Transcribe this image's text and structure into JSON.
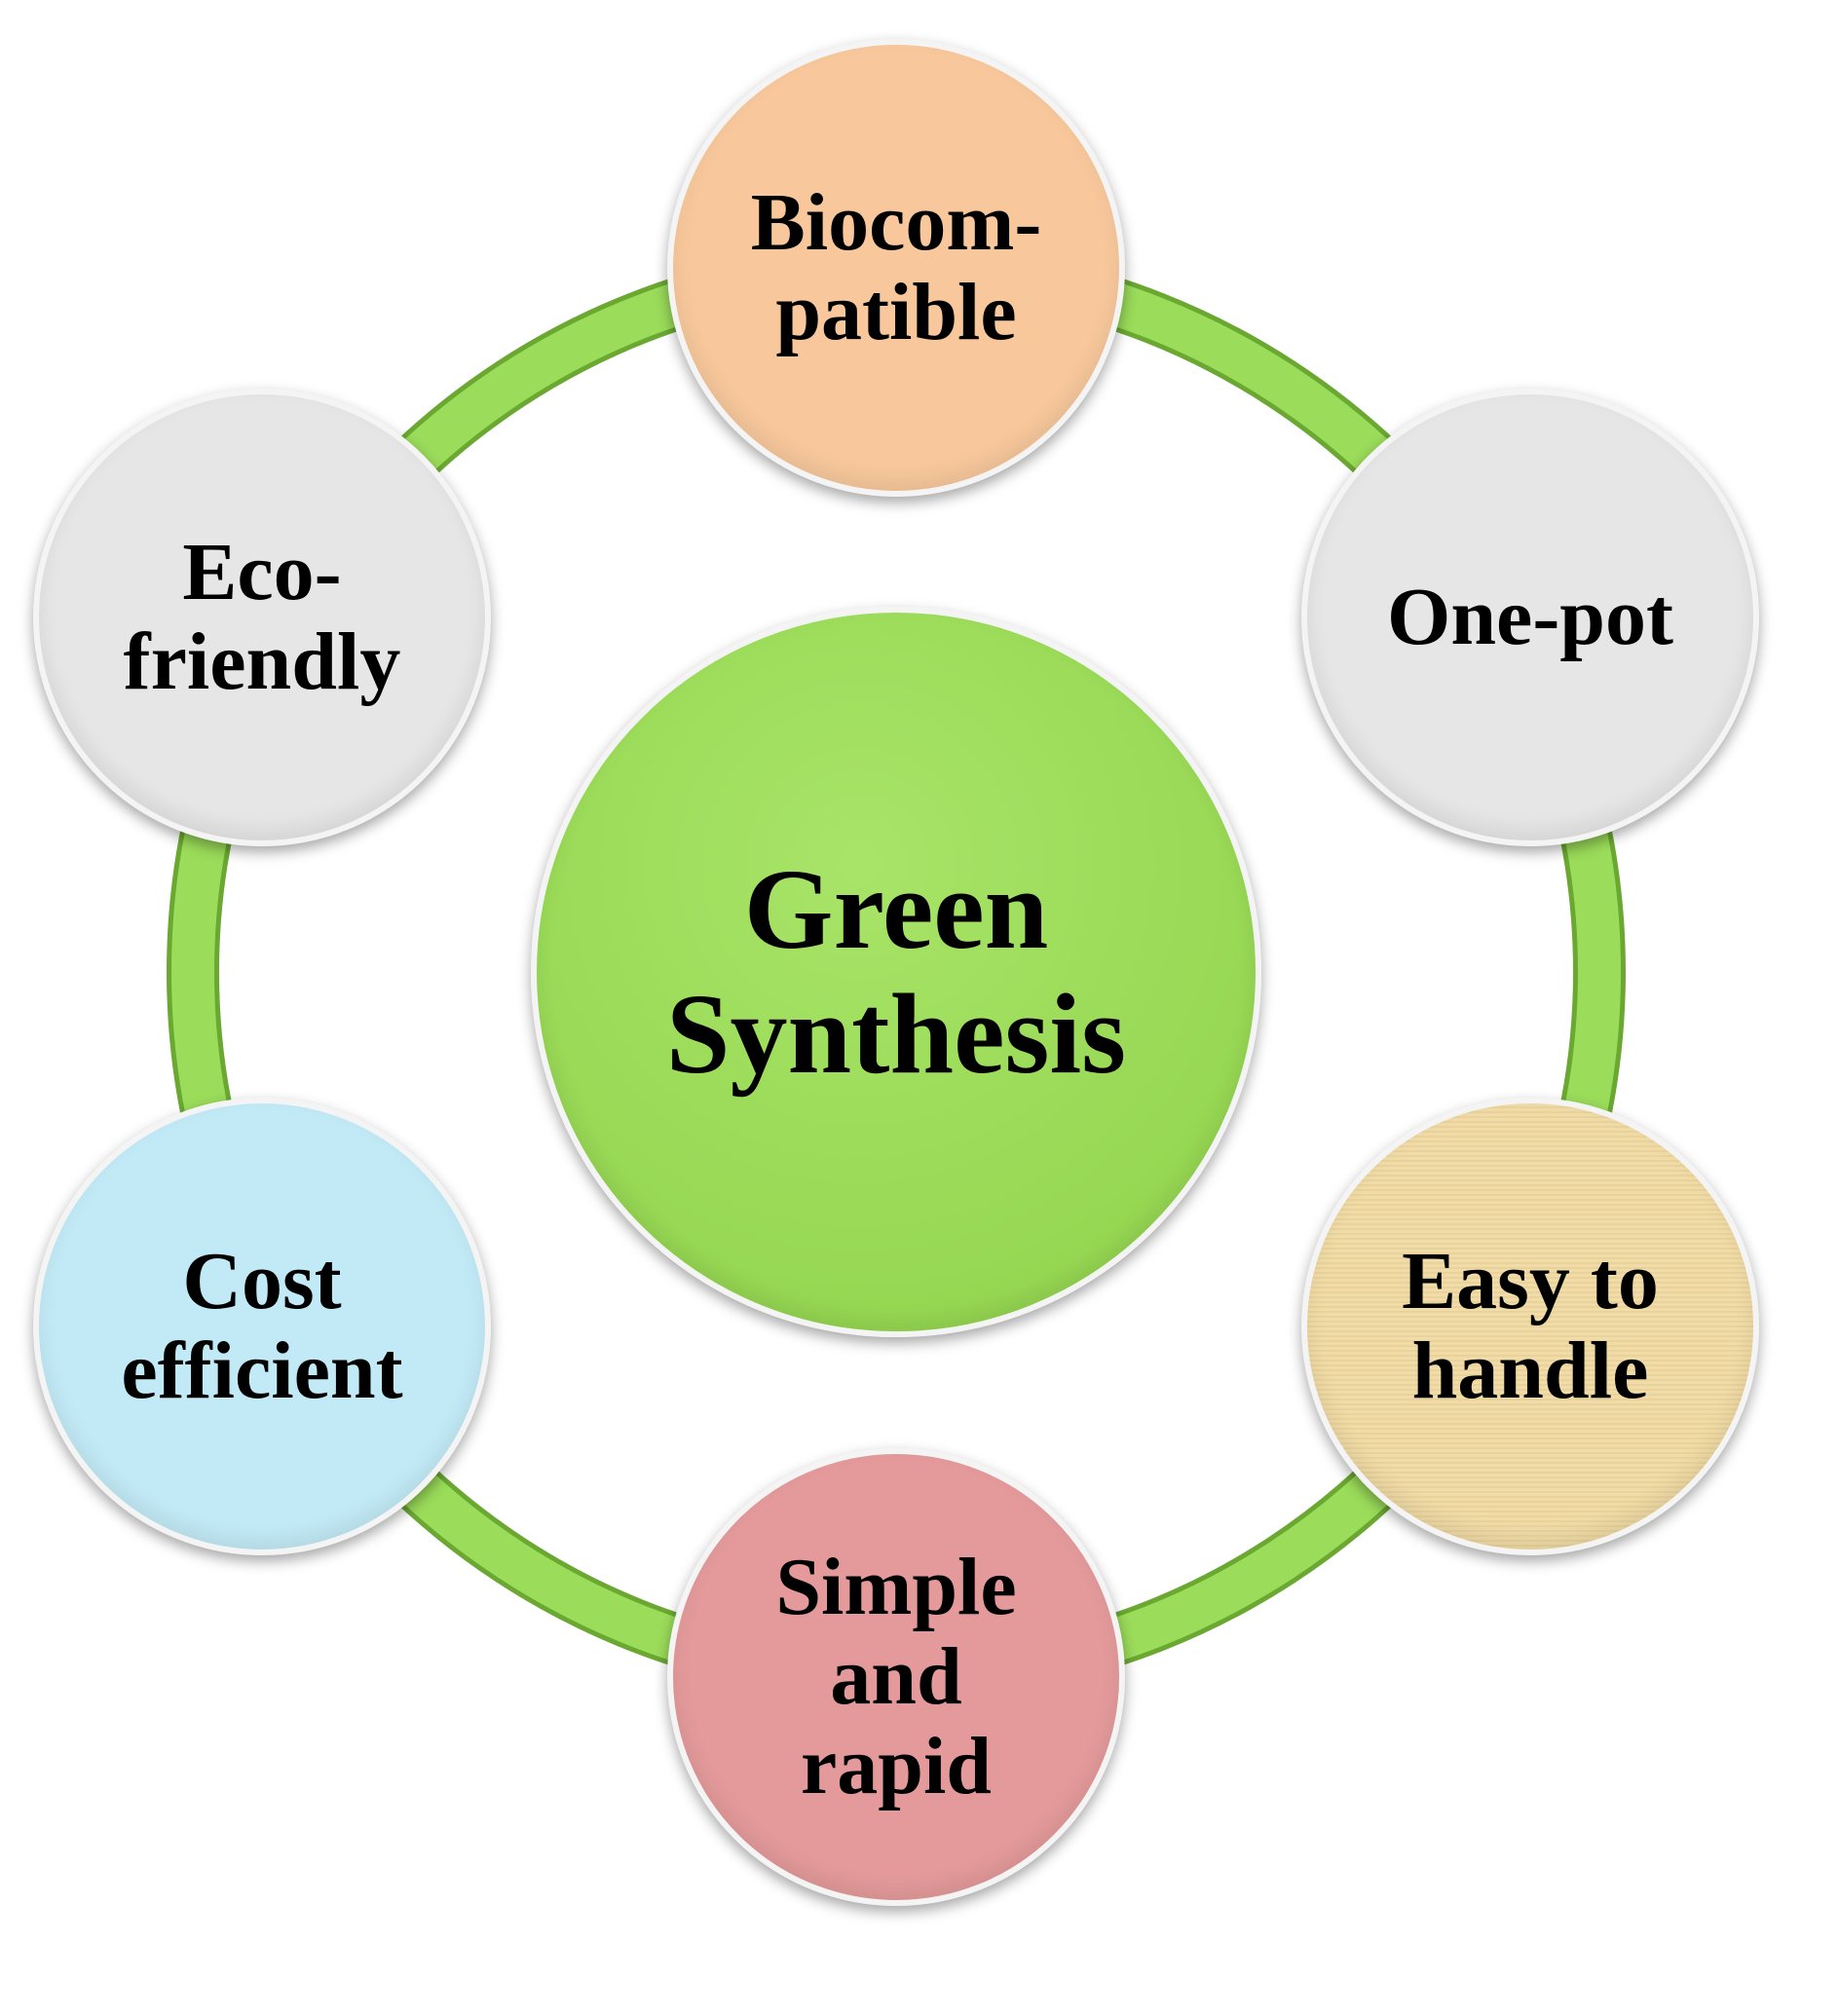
{
  "center": {
    "label": "Green\nSynthesis",
    "color": "#9bdc5a"
  },
  "ring_color": "#8fd24a",
  "nodes": [
    {
      "label": "Biocom-\npatible",
      "color": "#f8c89c"
    },
    {
      "label": "One-pot",
      "color": "#e6e6e6"
    },
    {
      "label": "Easy to\nhandle",
      "color": "#f0dca8"
    },
    {
      "label": "Simple\nand\nrapid",
      "color": "#e49a9a"
    },
    {
      "label": "Cost\nefficient",
      "color": "#c2eaf6"
    },
    {
      "label": "Eco-\nfriendly",
      "color": "#e6e6e6"
    }
  ]
}
